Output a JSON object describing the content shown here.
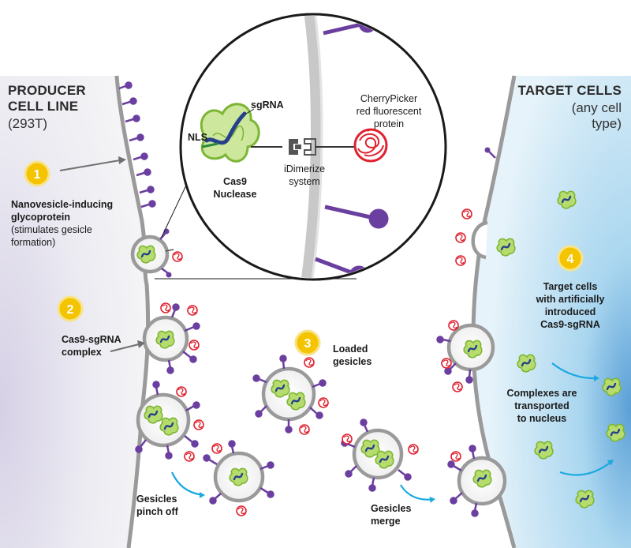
{
  "producer": {
    "title_line1": "PRODUCER",
    "title_line2": "CELL LINE",
    "subtitle": "(293T)"
  },
  "target": {
    "title": "TARGET CELLS",
    "subtitle_line1": "(any cell",
    "subtitle_line2": "type)"
  },
  "steps": [
    {
      "number": "1",
      "title_line1": "Nanovesicle-inducing",
      "title_line2": "glycoprotein",
      "note_line1": "(stimulates gesicle",
      "note_line2": "formation)"
    },
    {
      "number": "2",
      "label_line1": "Cas9-sgRNA",
      "label_line2": "complex"
    },
    {
      "number": "3",
      "label_line1": "Loaded",
      "label_line2": "gesicles"
    },
    {
      "number": "4",
      "label_line1": "Target cells",
      "label_line2": "with artificially",
      "label_line3": "introduced",
      "label_line4": "Cas9-sgRNA"
    }
  ],
  "zoom": {
    "sgrna": "sgRNA",
    "nls": "NLS",
    "cas9_line1": "Cas9",
    "cas9_line2": "Nuclease",
    "idimerize_line1": "iDimerize",
    "idimerize_line2": "system",
    "cherry_line1": "CherryPicker",
    "cherry_line2": "red fluorescent",
    "cherry_line3": "protein"
  },
  "captions": {
    "pinch_line1": "Gesicles",
    "pinch_line2": "pinch off",
    "merge_line1": "Gesicles",
    "merge_line2": "merge",
    "transport_line1": "Complexes are",
    "transport_line2": "transported",
    "transport_line3": "to nucleus"
  },
  "colors": {
    "membrane": "#9a9a9a",
    "glycoprotein": "#6b3fa0",
    "cas9_green": "#8cc63f",
    "sgrna_blue": "#27408b",
    "cherry_red": "#e0212f",
    "step_badge": "#f5c400",
    "arrow_cyan": "#1aa9e0",
    "target_blue": "#bfe3f5"
  }
}
